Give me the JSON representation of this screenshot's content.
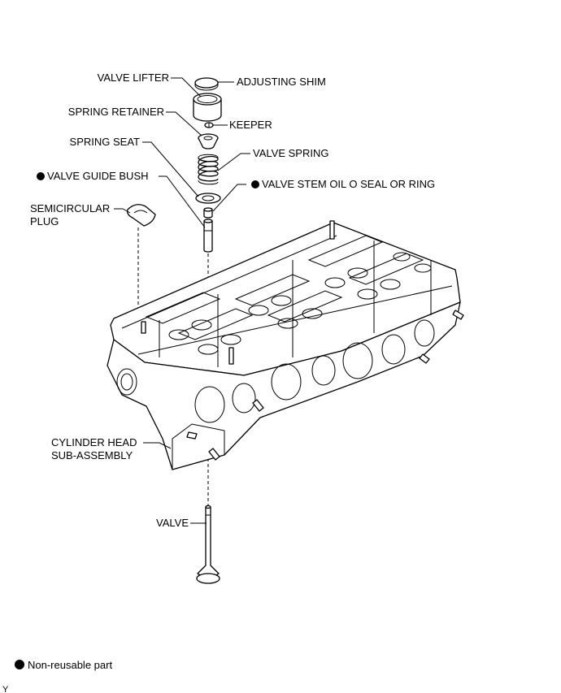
{
  "labels": {
    "valve_lifter": "VALVE LIFTER",
    "adjusting_shim": "ADJUSTING SHIM",
    "spring_retainer": "SPRING RETAINER",
    "keeper": "KEEPER",
    "spring_seat": "SPRING SEAT",
    "valve_spring": "VALVE SPRING",
    "valve_guide_bush": "VALVE GUIDE BUSH",
    "valve_stem_oil_seal": "VALVE STEM OIL O SEAL OR RING",
    "semicircular_plug_line1": "SEMICIRCULAR",
    "semicircular_plug_line2": "PLUG",
    "cylinder_head_line1": "CYLINDER HEAD",
    "cylinder_head_line2": "SUB-ASSEMBLY",
    "valve": "VALVE"
  },
  "legend": {
    "non_reusable": "Non-reusable part"
  },
  "corner_mark": "Y",
  "colors": {
    "ink": "#000000",
    "background": "#ffffff"
  }
}
